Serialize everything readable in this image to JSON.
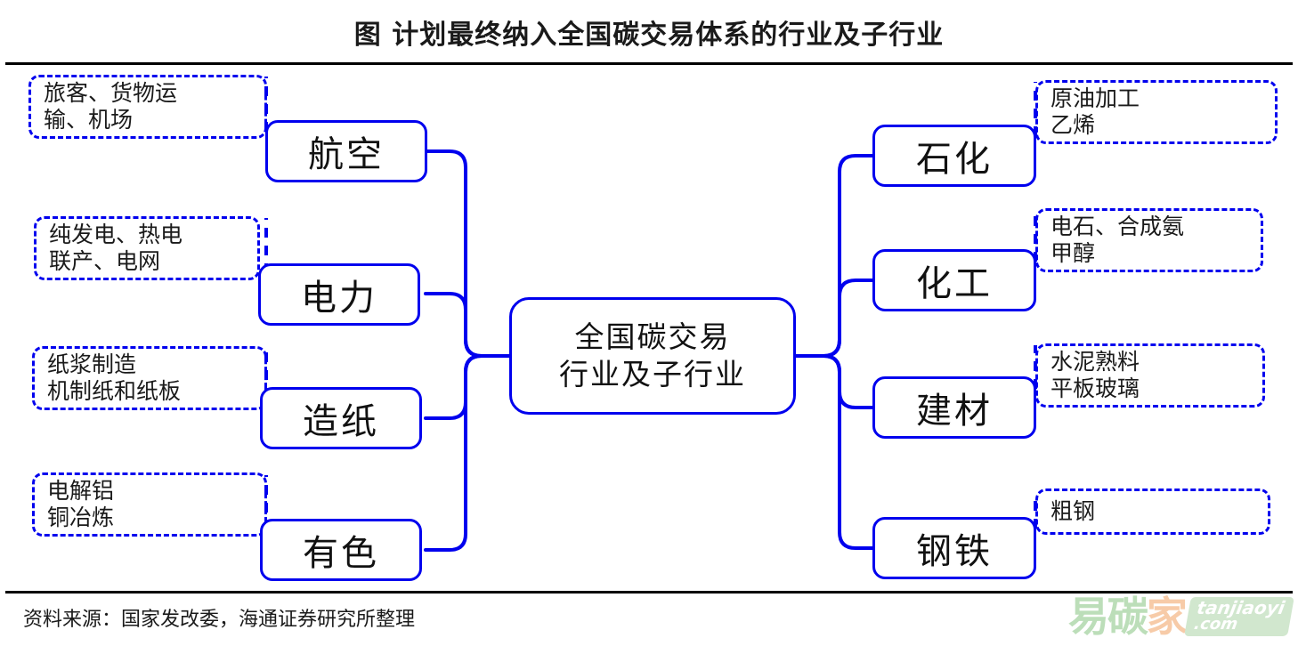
{
  "title": "图  计划最终纳入全国碳交易体系的行业及子行业",
  "source_note": "资料来源：国家发改委，海通证券研究所整理",
  "colors": {
    "line": "#0000ee",
    "text": "#111111",
    "rule": "#000000"
  },
  "hub": {
    "line1": "全国碳交易",
    "line2": "行业及子行业"
  },
  "left": {
    "nodes": [
      {
        "label": "航空",
        "sub_line1": "旅客、货物运",
        "sub_line2": "输、机场"
      },
      {
        "label": "电力",
        "sub_line1": "纯发电、热电",
        "sub_line2": "联产、电网"
      },
      {
        "label": "造纸",
        "sub_line1": "纸浆制造",
        "sub_line2": "机制纸和纸板"
      },
      {
        "label": "有色",
        "sub_line1": "电解铝",
        "sub_line2": "铜冶炼"
      }
    ]
  },
  "right": {
    "nodes": [
      {
        "label": "石化",
        "sub_line1": "原油加工",
        "sub_line2": "乙烯"
      },
      {
        "label": "化工",
        "sub_line1": "电石、合成氨",
        "sub_line2": "甲醇"
      },
      {
        "label": "建材",
        "sub_line1": "水泥熟料",
        "sub_line2": "平板玻璃"
      },
      {
        "label": "钢铁",
        "sub_line1": "粗钢",
        "sub_line2": ""
      }
    ]
  },
  "watermark": {
    "cn1": "易",
    "cn2": "碳",
    "cn3": "家",
    "domain_line1": "tanjiaoyi",
    "domain_line2": ".com"
  },
  "chart_data": {
    "type": "diagram",
    "title": "图  计划最终纳入全国碳交易体系的行业及子行业",
    "center": "全国碳交易行业及子行业",
    "branches": [
      {
        "side": "left",
        "industry": "航空",
        "subsectors": [
          "旅客运输",
          "货物运输",
          "机场"
        ]
      },
      {
        "side": "left",
        "industry": "电力",
        "subsectors": [
          "纯发电",
          "热电联产",
          "电网"
        ]
      },
      {
        "side": "left",
        "industry": "造纸",
        "subsectors": [
          "纸浆制造",
          "机制纸和纸板"
        ]
      },
      {
        "side": "left",
        "industry": "有色",
        "subsectors": [
          "电解铝",
          "铜冶炼"
        ]
      },
      {
        "side": "right",
        "industry": "石化",
        "subsectors": [
          "原油加工",
          "乙烯"
        ]
      },
      {
        "side": "right",
        "industry": "化工",
        "subsectors": [
          "电石",
          "合成氨",
          "甲醇"
        ]
      },
      {
        "side": "right",
        "industry": "建材",
        "subsectors": [
          "水泥熟料",
          "平板玻璃"
        ]
      },
      {
        "side": "right",
        "industry": "钢铁",
        "subsectors": [
          "粗钢"
        ]
      }
    ],
    "source": "资料来源：国家发改委，海通证券研究所整理"
  }
}
